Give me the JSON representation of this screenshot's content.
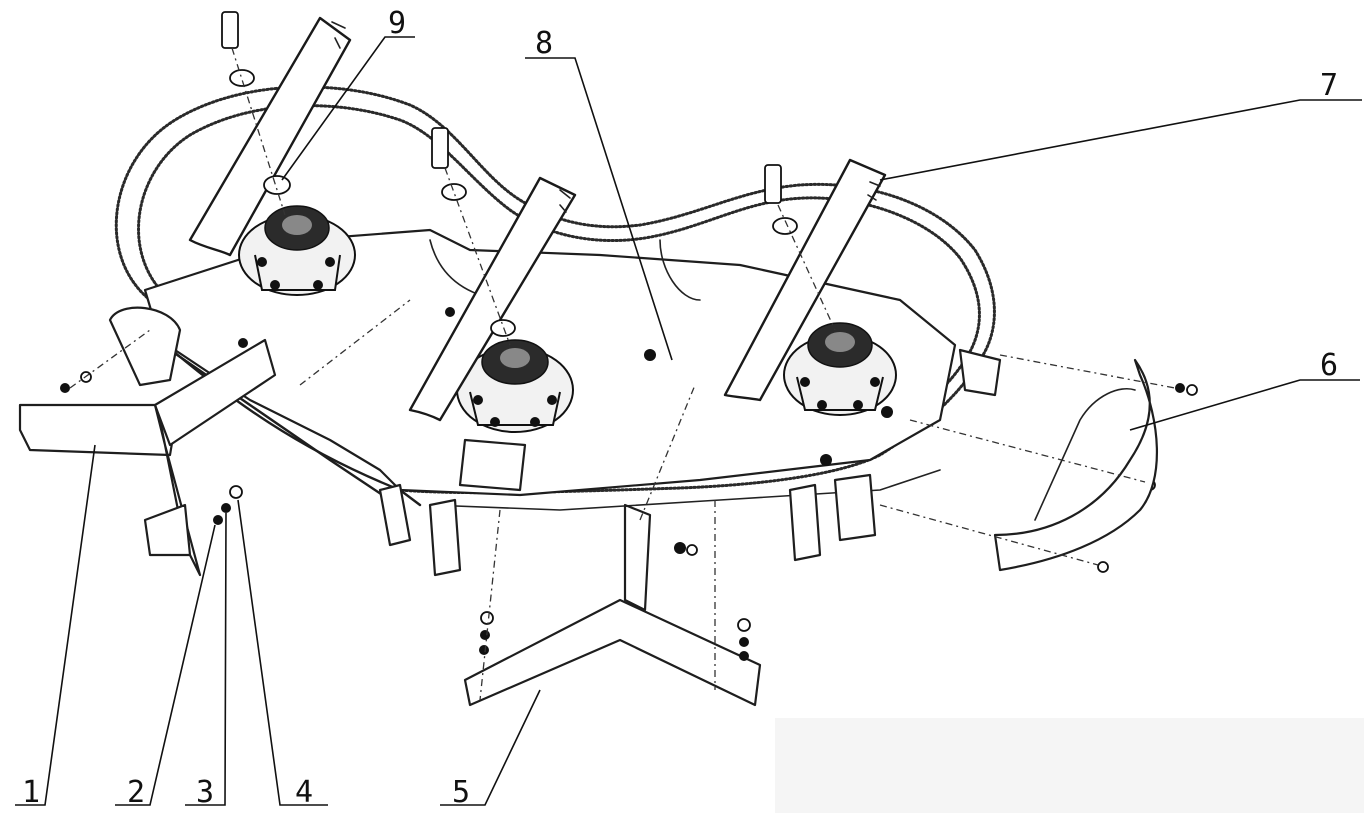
{
  "callouts": [
    {
      "id": "c1",
      "label": "1"
    },
    {
      "id": "c2",
      "label": "2"
    },
    {
      "id": "c3",
      "label": "3"
    },
    {
      "id": "c4",
      "label": "4"
    },
    {
      "id": "c5",
      "label": "5"
    },
    {
      "id": "c6",
      "label": "6"
    },
    {
      "id": "c7",
      "label": "7"
    },
    {
      "id": "c8",
      "label": "8"
    },
    {
      "id": "c9",
      "label": "9"
    }
  ],
  "colors": {
    "ink": "#1e1e1e",
    "paper": "#ffffff"
  }
}
